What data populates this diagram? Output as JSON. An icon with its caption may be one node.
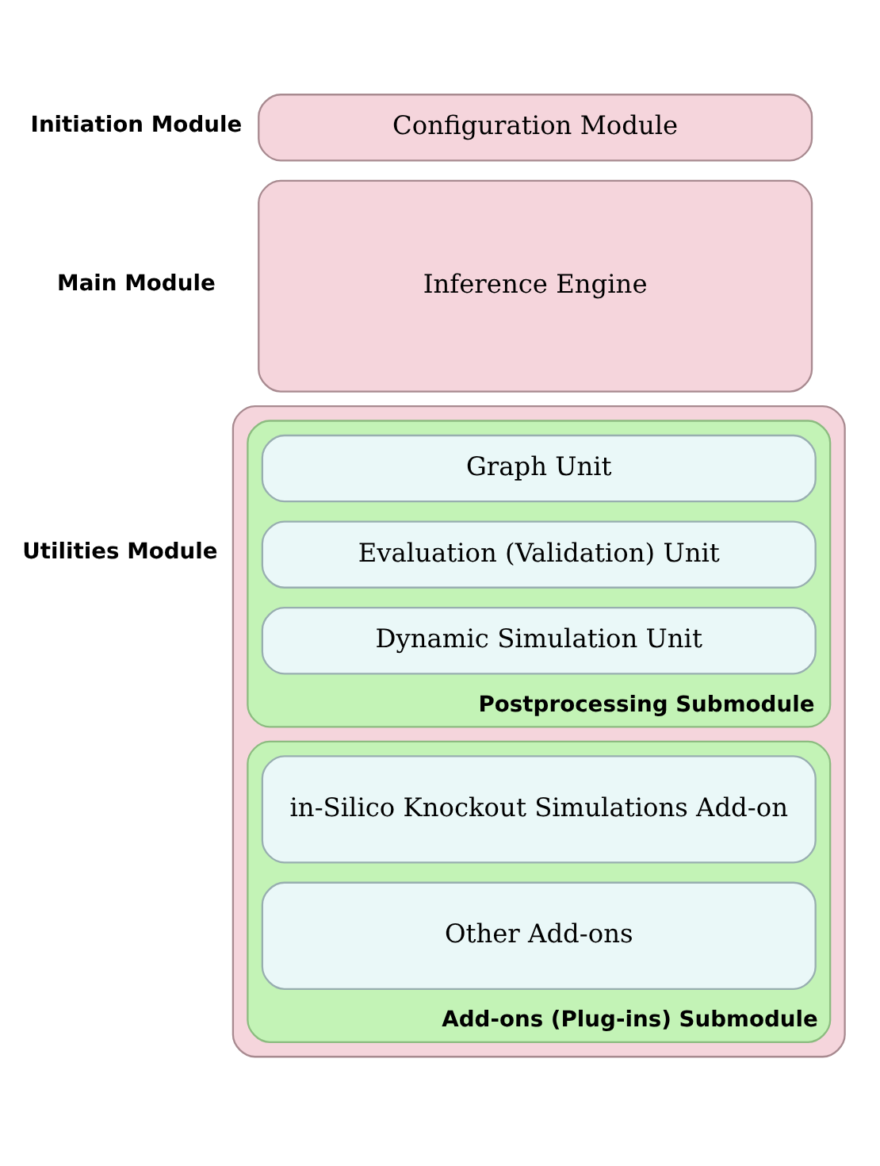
{
  "diagram": {
    "nodes": [
      {
        "text": [
          "Configuration Module"
        ],
        "beside": [
          "Initiation Module"
        ]
      },
      {
        "text": [
          "Inference Engine"
        ],
        "beside": [
          "Main Module"
        ]
      },
      {
        "text": [],
        "shape": "box",
        "beside": [
          "Utilities Module"
        ]
      },
      {
        "text": [
          "Postprocessing Submodule"
        ],
        "in": 2
      },
      {
        "text": [
          "Graph Unit"
        ],
        "in": 3
      },
      {
        "text": [
          "Evaluation (Validation) Unit"
        ],
        "in": 3
      },
      {
        "text": [
          "Dynamic Simulation Unit"
        ],
        "in": 3
      },
      {
        "text": [
          "Add-ons (Plug-ins) Submodule"
        ],
        "in": 2
      },
      {
        "text": [
          "in-Silico Knockout Simulations Add-on"
        ],
        "in": 7
      },
      {
        "text": [
          "Other Add-ons"
        ],
        "in": 7
      }
    ]
  }
}
